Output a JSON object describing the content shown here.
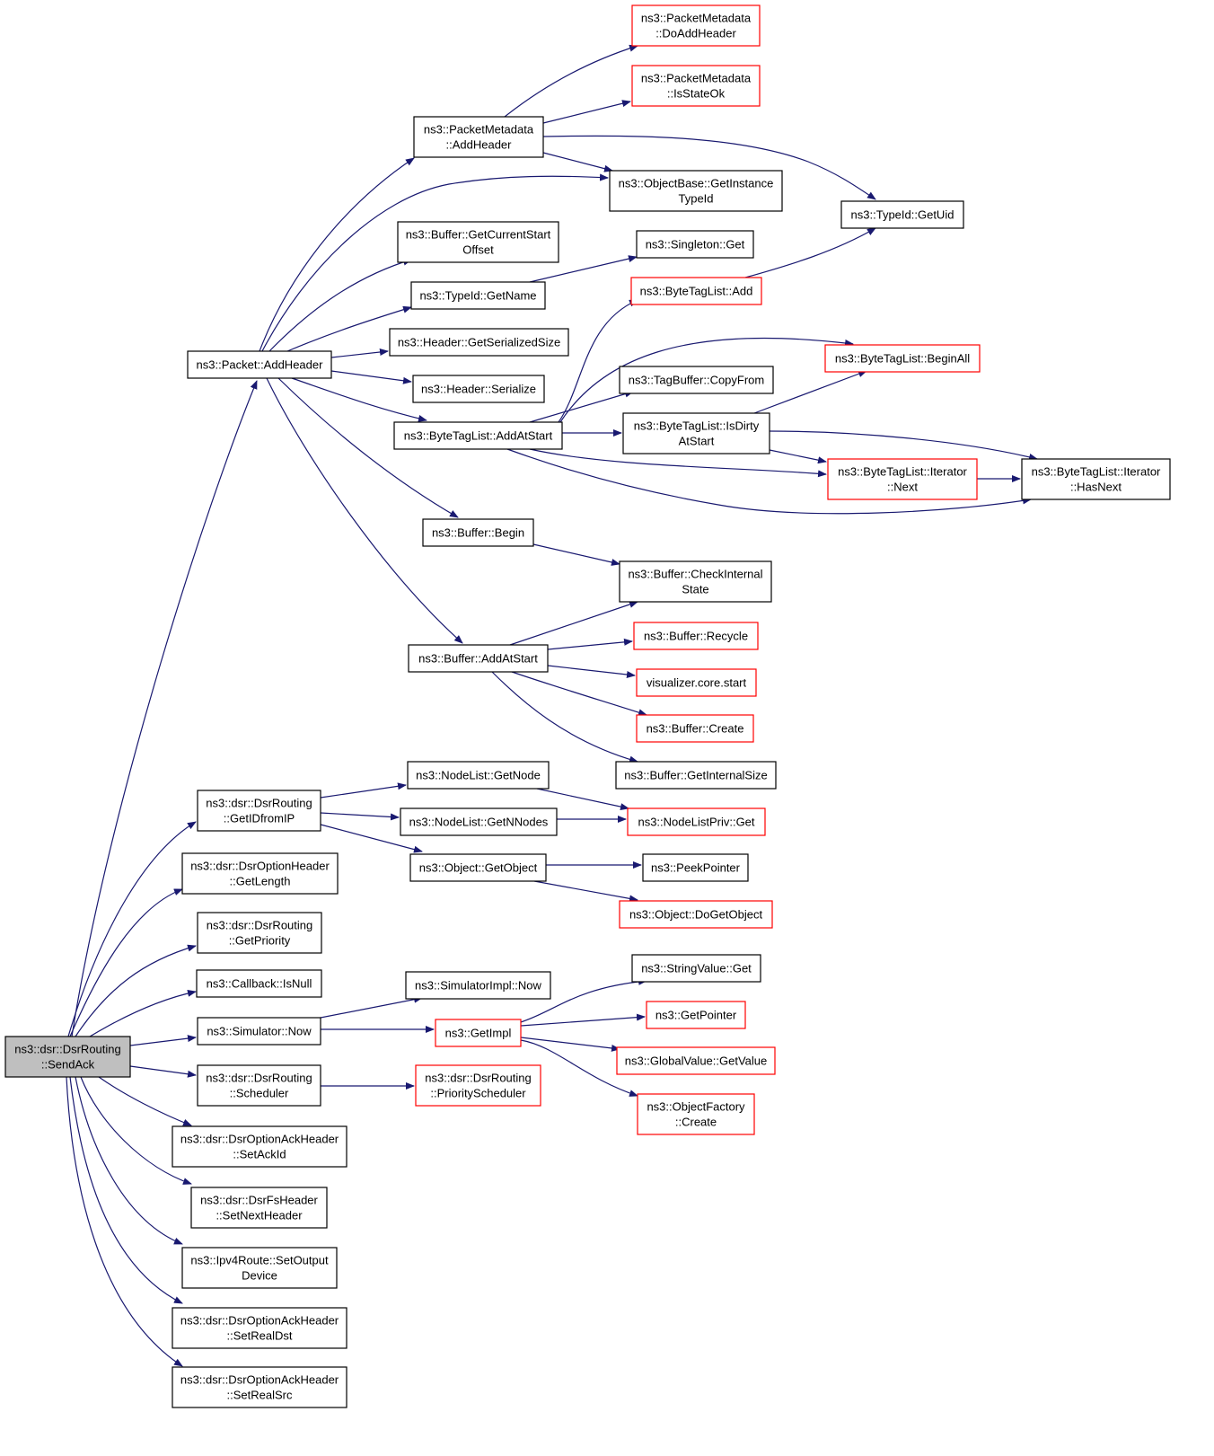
{
  "diagram": {
    "colors": {
      "edge": "#191970",
      "border_default": "#000000",
      "border_truncated": "#ff0000",
      "root_fill": "#bfbfbf"
    },
    "nodes": [
      {
        "id": "n0",
        "lines": [
          "ns3::dsr::DsrRouting",
          "::SendAck"
        ],
        "style": "root"
      },
      {
        "id": "n1",
        "lines": [
          "ns3::Packet::AddHeader"
        ],
        "style": "default"
      },
      {
        "id": "n2",
        "lines": [
          "ns3::dsr::DsrRouting",
          "::GetIDfromIP"
        ],
        "style": "default"
      },
      {
        "id": "n3",
        "lines": [
          "ns3::dsr::DsrOptionHeader",
          "::GetLength"
        ],
        "style": "default"
      },
      {
        "id": "n4",
        "lines": [
          "ns3::dsr::DsrRouting",
          "::GetPriority"
        ],
        "style": "default"
      },
      {
        "id": "n5",
        "lines": [
          "ns3::Callback::IsNull"
        ],
        "style": "default"
      },
      {
        "id": "n6",
        "lines": [
          "ns3::Simulator::Now"
        ],
        "style": "default"
      },
      {
        "id": "n7",
        "lines": [
          "ns3::dsr::DsrRouting",
          "::Scheduler"
        ],
        "style": "default"
      },
      {
        "id": "n8",
        "lines": [
          "ns3::dsr::DsrOptionAckHeader",
          "::SetAckId"
        ],
        "style": "default"
      },
      {
        "id": "n9",
        "lines": [
          "ns3::dsr::DsrFsHeader",
          "::SetNextHeader"
        ],
        "style": "default"
      },
      {
        "id": "n10",
        "lines": [
          "ns3::Ipv4Route::SetOutput",
          "Device"
        ],
        "style": "default"
      },
      {
        "id": "n11",
        "lines": [
          "ns3::dsr::DsrOptionAckHeader",
          "::SetRealDst"
        ],
        "style": "default"
      },
      {
        "id": "n12",
        "lines": [
          "ns3::dsr::DsrOptionAckHeader",
          "::SetRealSrc"
        ],
        "style": "default"
      },
      {
        "id": "n13",
        "lines": [
          "ns3::PacketMetadata",
          "::AddHeader"
        ],
        "style": "default"
      },
      {
        "id": "n14",
        "lines": [
          "ns3::Buffer::GetCurrentStart",
          "Offset"
        ],
        "style": "default"
      },
      {
        "id": "n15",
        "lines": [
          "ns3::TypeId::GetName"
        ],
        "style": "default"
      },
      {
        "id": "n16",
        "lines": [
          "ns3::Header::GetSerializedSize"
        ],
        "style": "default"
      },
      {
        "id": "n17",
        "lines": [
          "ns3::Header::Serialize"
        ],
        "style": "default"
      },
      {
        "id": "n18",
        "lines": [
          "ns3::ByteTagList::AddAtStart"
        ],
        "style": "default"
      },
      {
        "id": "n19",
        "lines": [
          "ns3::Buffer::Begin"
        ],
        "style": "default"
      },
      {
        "id": "n20",
        "lines": [
          "ns3::Buffer::AddAtStart"
        ],
        "style": "default"
      },
      {
        "id": "n21",
        "lines": [
          "ns3::PacketMetadata",
          "::DoAddHeader"
        ],
        "style": "truncated"
      },
      {
        "id": "n22",
        "lines": [
          "ns3::PacketMetadata",
          "::IsStateOk"
        ],
        "style": "truncated"
      },
      {
        "id": "n23",
        "lines": [
          "ns3::ObjectBase::GetInstance",
          "TypeId"
        ],
        "style": "default"
      },
      {
        "id": "n24",
        "lines": [
          "ns3::TypeId::GetUid"
        ],
        "style": "default"
      },
      {
        "id": "n25",
        "lines": [
          "ns3::Singleton::Get"
        ],
        "style": "default"
      },
      {
        "id": "n26",
        "lines": [
          "ns3::ByteTagList::Add"
        ],
        "style": "truncated"
      },
      {
        "id": "n27",
        "lines": [
          "ns3::ByteTagList::BeginAll"
        ],
        "style": "truncated"
      },
      {
        "id": "n28",
        "lines": [
          "ns3::TagBuffer::CopyFrom"
        ],
        "style": "default"
      },
      {
        "id": "n29",
        "lines": [
          "ns3::ByteTagList::IsDirty",
          "AtStart"
        ],
        "style": "default"
      },
      {
        "id": "n30",
        "lines": [
          "ns3::ByteTagList::Iterator",
          "::Next"
        ],
        "style": "truncated"
      },
      {
        "id": "n31",
        "lines": [
          "ns3::ByteTagList::Iterator",
          "::HasNext"
        ],
        "style": "default"
      },
      {
        "id": "n32",
        "lines": [
          "ns3::Buffer::CheckInternal",
          "State"
        ],
        "style": "default"
      },
      {
        "id": "n33",
        "lines": [
          "ns3::Buffer::Recycle"
        ],
        "style": "truncated"
      },
      {
        "id": "n34",
        "lines": [
          "visualizer.core.start"
        ],
        "style": "truncated"
      },
      {
        "id": "n35",
        "lines": [
          "ns3::Buffer::Create"
        ],
        "style": "truncated"
      },
      {
        "id": "n36",
        "lines": [
          "ns3::Buffer::GetInternalSize"
        ],
        "style": "default"
      },
      {
        "id": "n37",
        "lines": [
          "ns3::NodeList::GetNode"
        ],
        "style": "default"
      },
      {
        "id": "n38",
        "lines": [
          "ns3::NodeList::GetNNodes"
        ],
        "style": "default"
      },
      {
        "id": "n39",
        "lines": [
          "ns3::Object::GetObject"
        ],
        "style": "default"
      },
      {
        "id": "n40",
        "lines": [
          "ns3::NodeListPriv::Get"
        ],
        "style": "truncated"
      },
      {
        "id": "n41",
        "lines": [
          "ns3::PeekPointer"
        ],
        "style": "default"
      },
      {
        "id": "n42",
        "lines": [
          "ns3::Object::DoGetObject"
        ],
        "style": "truncated"
      },
      {
        "id": "n43",
        "lines": [
          "ns3::SimulatorImpl::Now"
        ],
        "style": "default"
      },
      {
        "id": "n44",
        "lines": [
          "ns3::GetImpl"
        ],
        "style": "truncated"
      },
      {
        "id": "n45",
        "lines": [
          "ns3::dsr::DsrRouting",
          "::PriorityScheduler"
        ],
        "style": "truncated"
      },
      {
        "id": "n46",
        "lines": [
          "ns3::StringValue::Get"
        ],
        "style": "default"
      },
      {
        "id": "n47",
        "lines": [
          "ns3::GetPointer"
        ],
        "style": "truncated"
      },
      {
        "id": "n48",
        "lines": [
          "ns3::GlobalValue::GetValue"
        ],
        "style": "truncated"
      },
      {
        "id": "n49",
        "lines": [
          "ns3::ObjectFactory",
          "::Create"
        ],
        "style": "truncated"
      }
    ],
    "edges": [
      [
        "n0",
        "n1"
      ],
      [
        "n0",
        "n2"
      ],
      [
        "n0",
        "n3"
      ],
      [
        "n0",
        "n4"
      ],
      [
        "n0",
        "n5"
      ],
      [
        "n0",
        "n6"
      ],
      [
        "n0",
        "n7"
      ],
      [
        "n0",
        "n8"
      ],
      [
        "n0",
        "n9"
      ],
      [
        "n0",
        "n10"
      ],
      [
        "n0",
        "n11"
      ],
      [
        "n0",
        "n12"
      ],
      [
        "n1",
        "n13"
      ],
      [
        "n1",
        "n23"
      ],
      [
        "n1",
        "n14"
      ],
      [
        "n1",
        "n15"
      ],
      [
        "n1",
        "n16"
      ],
      [
        "n1",
        "n17"
      ],
      [
        "n1",
        "n18"
      ],
      [
        "n1",
        "n19"
      ],
      [
        "n1",
        "n20"
      ],
      [
        "n13",
        "n21"
      ],
      [
        "n13",
        "n22"
      ],
      [
        "n13",
        "n24"
      ],
      [
        "n13",
        "n23"
      ],
      [
        "n15",
        "n25"
      ],
      [
        "n26",
        "n24"
      ],
      [
        "n18",
        "n26"
      ],
      [
        "n18",
        "n27"
      ],
      [
        "n18",
        "n28"
      ],
      [
        "n18",
        "n29"
      ],
      [
        "n18",
        "n30"
      ],
      [
        "n18",
        "n31"
      ],
      [
        "n29",
        "n27"
      ],
      [
        "n29",
        "n31"
      ],
      [
        "n29",
        "n30"
      ],
      [
        "n30",
        "n31"
      ],
      [
        "n19",
        "n32"
      ],
      [
        "n20",
        "n32"
      ],
      [
        "n20",
        "n33"
      ],
      [
        "n20",
        "n34"
      ],
      [
        "n20",
        "n35"
      ],
      [
        "n20",
        "n36"
      ],
      [
        "n2",
        "n37"
      ],
      [
        "n2",
        "n38"
      ],
      [
        "n2",
        "n39"
      ],
      [
        "n37",
        "n40"
      ],
      [
        "n38",
        "n40"
      ],
      [
        "n39",
        "n41"
      ],
      [
        "n39",
        "n42"
      ],
      [
        "n6",
        "n43"
      ],
      [
        "n6",
        "n44"
      ],
      [
        "n44",
        "n46"
      ],
      [
        "n44",
        "n47"
      ],
      [
        "n44",
        "n48"
      ],
      [
        "n44",
        "n49"
      ],
      [
        "n7",
        "n45"
      ]
    ]
  }
}
